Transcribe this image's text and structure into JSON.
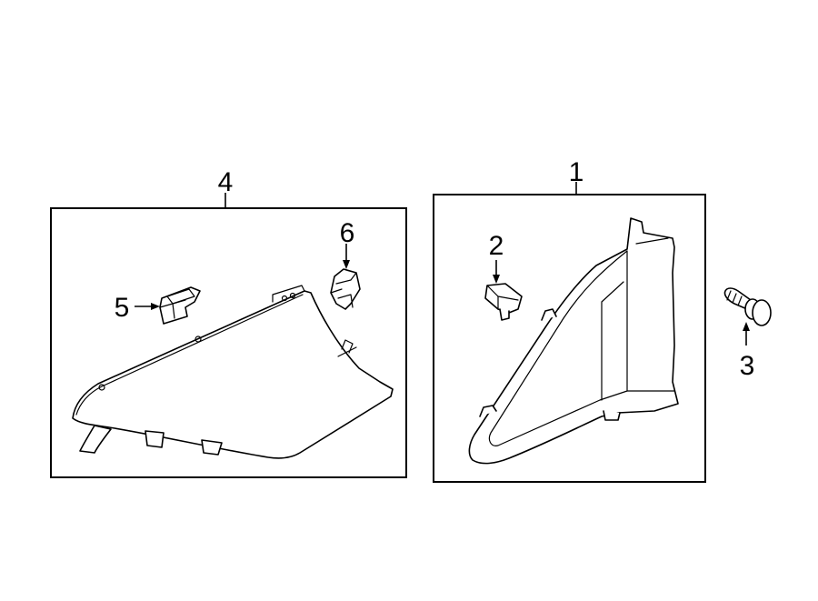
{
  "diagram": {
    "callouts": {
      "c1": "1",
      "c2": "2",
      "c3": "3",
      "c4": "4",
      "c5": "5",
      "c6": "6"
    },
    "colors": {
      "line": "#000000",
      "background": "#ffffff"
    }
  }
}
